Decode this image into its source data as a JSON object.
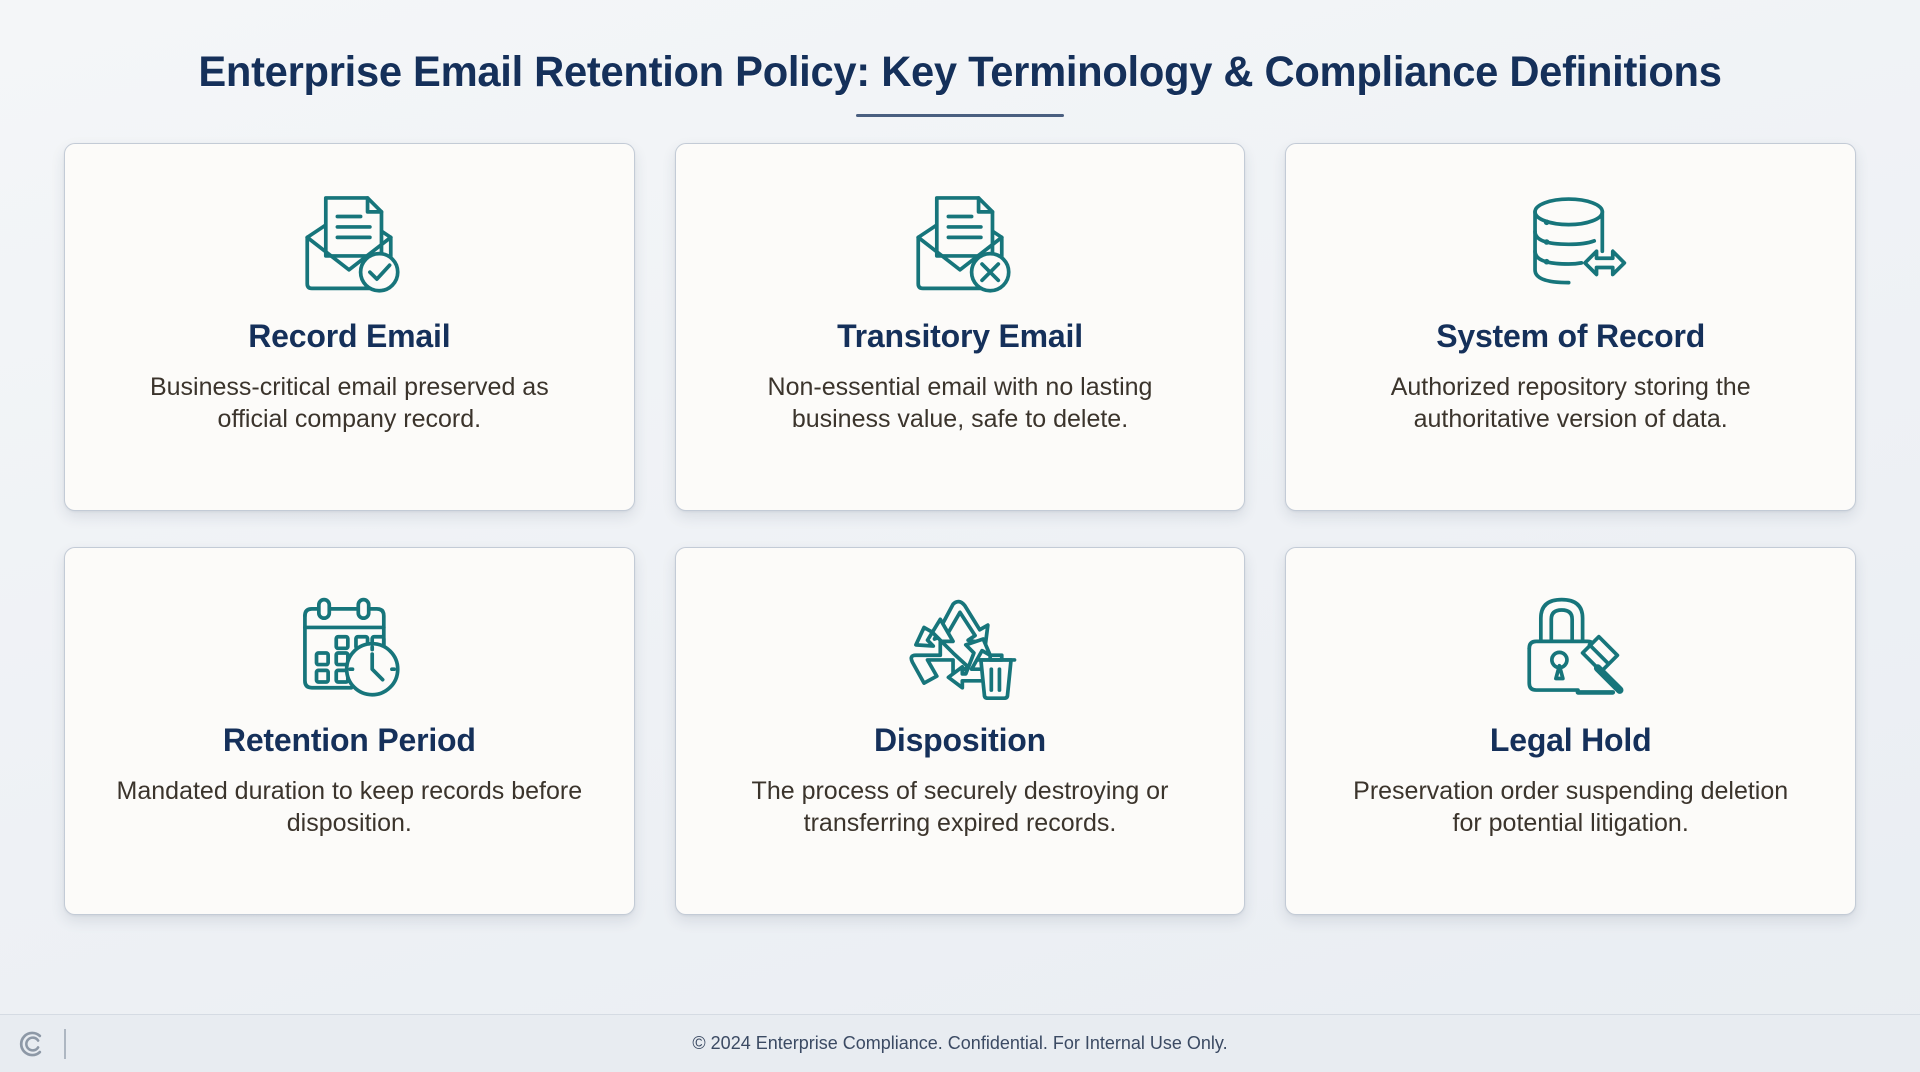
{
  "header": {
    "title": "Enterprise Email Retention Policy: Key Terminology & Compliance Definitions"
  },
  "cards": [
    {
      "icon": "email-document-check-icon",
      "title": "Record Email",
      "description": "Business-critical email preserved as official company record."
    },
    {
      "icon": "email-document-x-icon",
      "title": "Transitory Email",
      "description": "Non-essential email with no lasting business value, safe to delete."
    },
    {
      "icon": "database-transfer-icon",
      "title": "System of Record",
      "description": "Authorized repository storing the authoritative version of data."
    },
    {
      "icon": "calendar-clock-icon",
      "title": "Retention Period",
      "description": "Mandated duration to keep records before disposition."
    },
    {
      "icon": "recycle-trash-icon",
      "title": "Disposition",
      "description": "The process of securely destroying or transferring expired records."
    },
    {
      "icon": "lock-gavel-icon",
      "title": "Legal Hold",
      "description": "Preservation order suspending deletion for potential litigation."
    }
  ],
  "footer": {
    "logo": "c-monogram-logo",
    "text": "© 2024 Enterprise Compliance. Confidential. For Internal Use Only."
  },
  "colors": {
    "title": "#15305a",
    "icon_accent": "#17757b",
    "body_text": "#3b342c",
    "card_background": "#fcfbf9",
    "card_border": "#c3cbd6",
    "page_background": "#eef1f5",
    "rule": "#4a5f80"
  }
}
